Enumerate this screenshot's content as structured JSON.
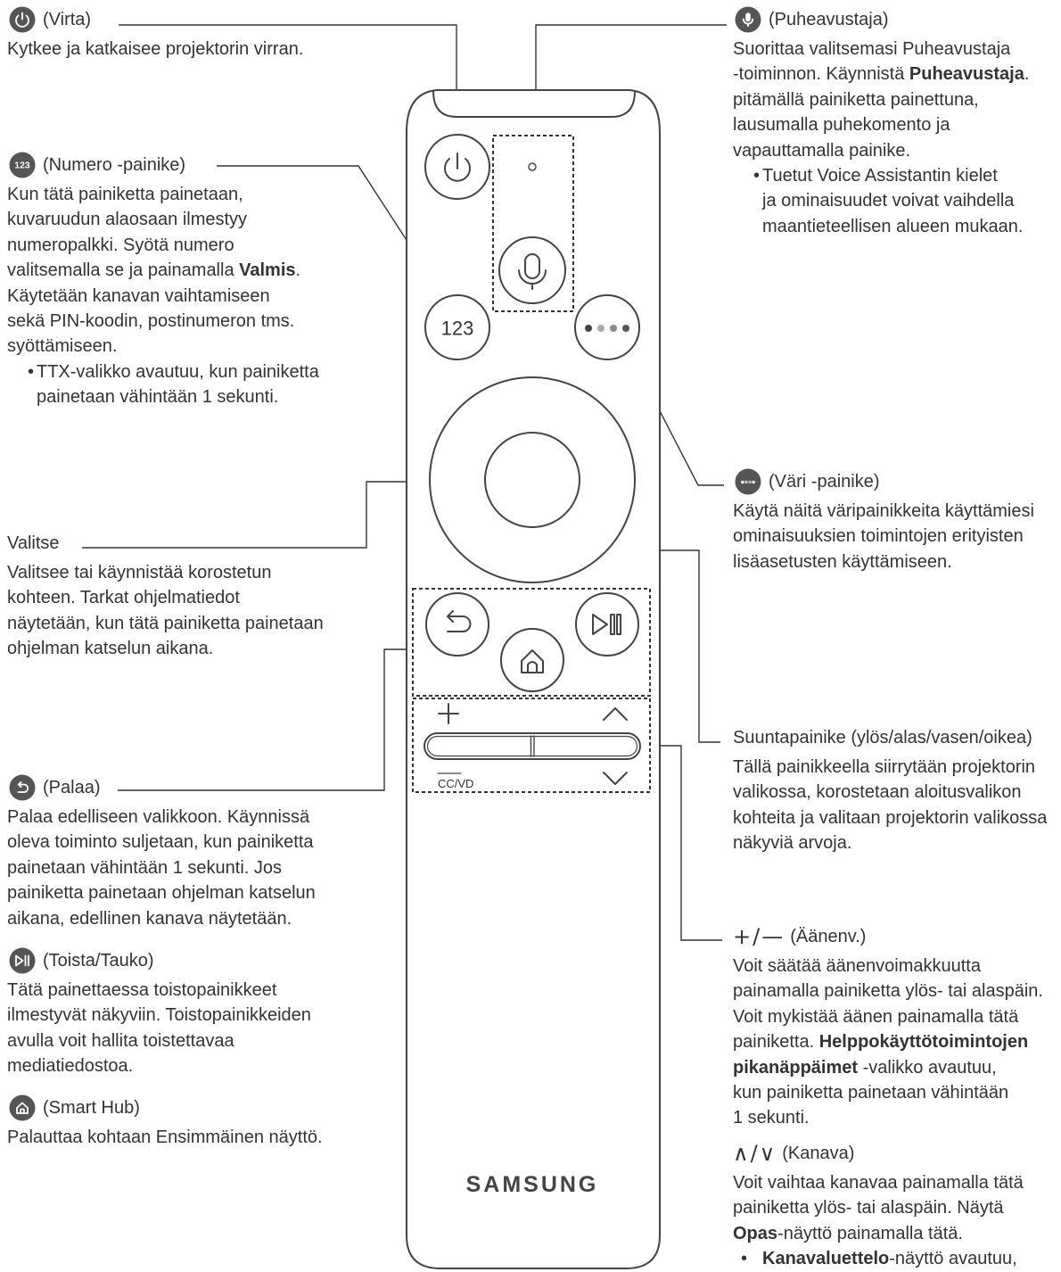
{
  "colors": {
    "text": "#333333",
    "line": "#333333",
    "icon_fill": "#555555"
  },
  "left": {
    "virta": {
      "icon": "power-icon",
      "title": "(Virta)",
      "lines": [
        "Kytkee ja katkaisee projektorin virran."
      ]
    },
    "numero": {
      "icon": "number-icon",
      "icon_label": "123",
      "title": "(Numero -painike)",
      "lines": [
        "Kun tätä painiketta painetaan,",
        "kuvaruudun alaosaan ilmestyy",
        "numeropalkki. Syötä numero",
        [
          "valitsemalla se ja painamalla ",
          {
            "bold": "Valmis"
          },
          "."
        ],
        "Käytetään kanavan vaihtamiseen",
        "sekä PIN-koodin, postinumeron tms.",
        "syöttämiseen."
      ],
      "bullet": [
        "TTX-valikko avautuu, kun painiketta",
        "painetaan vähintään 1 sekunti."
      ]
    },
    "valitse": {
      "title": "Valitse",
      "lines": [
        "Valitsee tai käynnistää korostetun",
        "kohteen. Tarkat ohjelmatiedot",
        "näytetään, kun tätä painiketta painetaan",
        "ohjelman katselun aikana."
      ]
    },
    "palaa": {
      "icon": "back-icon",
      "title": "(Palaa)",
      "lines": [
        "Palaa edelliseen valikkoon. Käynnissä",
        "oleva toiminto suljetaan, kun painiketta",
        "painetaan vähintään 1 sekunti. Jos",
        "painiketta painetaan ohjelman katselun",
        "aikana, edellinen kanava näytetään."
      ]
    },
    "toista": {
      "icon": "play-pause-icon",
      "title": "(Toista/Tauko)",
      "lines": [
        "Tätä painettaessa toistopainikkeet",
        "ilmestyvät näkyviin. Toistopainikkeiden",
        "avulla voit hallita toistettavaa",
        "mediatiedostoa."
      ]
    },
    "smart_hub": {
      "icon": "home-icon",
      "title": "(Smart Hub)",
      "lines": [
        "Palauttaa kohtaan Ensimmäinen näyttö."
      ]
    }
  },
  "right": {
    "puheavustaja": {
      "icon": "microphone-icon",
      "title": "(Puheavustaja)",
      "lines": [
        "Suorittaa valitsemasi Puheavustaja",
        [
          "-toiminnon. Käynnistä ",
          {
            "bold": "Puheavustaja"
          },
          "."
        ],
        "pitämällä painiketta painettuna,",
        "lausumalla puhekomento ja",
        "vapauttamalla painike."
      ],
      "bullet": [
        "Tuetut Voice Assistantin kielet",
        "ja ominaisuudet voivat vaihdella",
        "maantieteellisen alueen mukaan."
      ]
    },
    "vari": {
      "icon": "color-dots-icon",
      "title": "(Väri -painike)",
      "lines": [
        "Käytä näitä väripainikkeita käyttämiesi",
        "ominaisuuksien toimintojen erityisten",
        "lisäasetusten käyttämiseen."
      ]
    },
    "suunta": {
      "title": "Suuntapainike (ylös/alas/vasen/oikea)",
      "lines": [
        "Tällä painikkeella siirrytään projektorin",
        "valikossa, korostetaan aloitusvalikon",
        "kohteita ja valitaan projektorin valikossa",
        "näkyviä arvoja."
      ]
    },
    "aanenv": {
      "symbols": "+/—",
      "title": "(Äänenv.)",
      "lines": [
        "Voit säätää äänenvoimakkuutta",
        "painamalla painiketta ylös- tai alaspäin.",
        "Voit mykistää äänen painamalla tätä",
        [
          "painiketta. ",
          {
            "bold": "Helppokäyttötoimintojen"
          }
        ],
        [
          {
            "bold": "pikanäppäimet"
          },
          " -valikko avautuu,"
        ],
        "kun painiketta painetaan vähintään",
        "1 sekunti."
      ]
    },
    "kanava": {
      "symbols": "∧/∨",
      "title": "(Kanava)",
      "lines": [
        "Voit vaihtaa kanavaa painamalla tätä",
        "painiketta ylös- tai alaspäin. Näytä",
        [
          {
            "bold": "Opas"
          },
          "-näyttö painamalla tätä."
        ]
      ],
      "bullet": [
        [
          {
            "bold": "Kanavaluettelo"
          },
          "-näyttö avautuu,"
        ]
      ]
    }
  },
  "remote": {
    "number_label": "123",
    "cc_label": "CC/VD",
    "brand": "SAMSUNG"
  }
}
